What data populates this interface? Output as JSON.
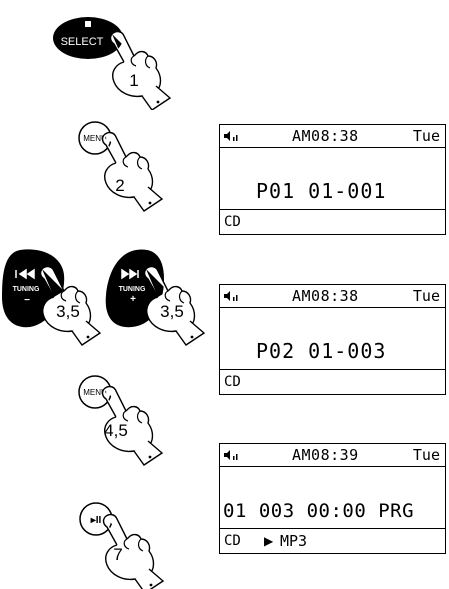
{
  "buttons": {
    "select": {
      "label": "SELECT",
      "step": "1"
    },
    "menu_first": {
      "label": "MENU",
      "step": "2"
    },
    "tuning_down": {
      "label": "TUNING",
      "sign": "−",
      "step": "3,5"
    },
    "tuning_up": {
      "label": "TUNING",
      "sign": "+",
      "step": "3,5"
    },
    "menu_second": {
      "label": "MENU",
      "step": "4,5"
    },
    "play_pause": {
      "symbol": "▸II",
      "step": "7"
    }
  },
  "displays": [
    {
      "clock": "AM08:38",
      "day": "Tue",
      "main": "P01 01-001",
      "source": "CD",
      "format": ""
    },
    {
      "clock": "AM08:38",
      "day": "Tue",
      "main": "P02 01-003",
      "source": "CD",
      "format": ""
    },
    {
      "clock": "AM08:39",
      "day": "Tue",
      "main": "01 003 00:00 PRG",
      "source": "CD",
      "play_symbol": "▶",
      "format": "MP3"
    }
  ],
  "icons": {
    "signal": "signal-strength-icon",
    "hand": "pointing-hand-icon"
  },
  "colors": {
    "ink": "#000000",
    "background": "#ffffff"
  }
}
